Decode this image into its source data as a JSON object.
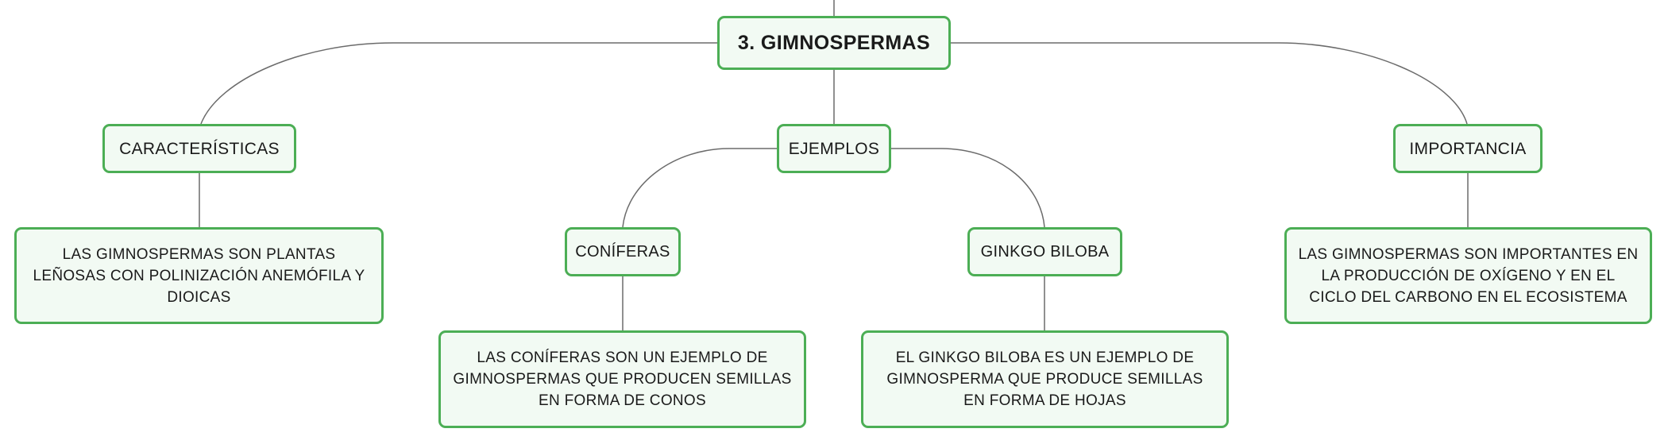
{
  "root": {
    "label": "3. GIMNOSPERMAS"
  },
  "branches": {
    "caracteristicas": {
      "label": "CARACTERÍSTICAS",
      "detail": "LAS GIMNOSPERMAS SON PLANTAS LEÑOSAS CON POLINIZACIÓN ANEMÓFILA Y DIOICAS"
    },
    "ejemplos": {
      "label": "EJEMPLOS",
      "coniferas": {
        "label": "CONÍFERAS",
        "detail": "LAS CONÍFERAS SON UN EJEMPLO DE GIMNOSPERMAS QUE PRODUCEN SEMILLAS EN FORMA DE CONOS"
      },
      "ginkgo": {
        "label": "GINKGO BILOBA",
        "detail": "EL GINKGO BILOBA ES UN EJEMPLO DE GIMNOSPERMA QUE PRODUCE SEMILLAS EN FORMA DE HOJAS"
      }
    },
    "importancia": {
      "label": "IMPORTANCIA",
      "detail": "LAS GIMNOSPERMAS SON IMPORTANTES EN LA PRODUCCIÓN DE OXÍGENO Y EN EL CICLO DEL CARBONO EN EL ECOSISTEMA"
    }
  },
  "colors": {
    "node_border": "#4cae55",
    "node_fill": "#f2faf3",
    "connector": "#6b6b6b"
  }
}
